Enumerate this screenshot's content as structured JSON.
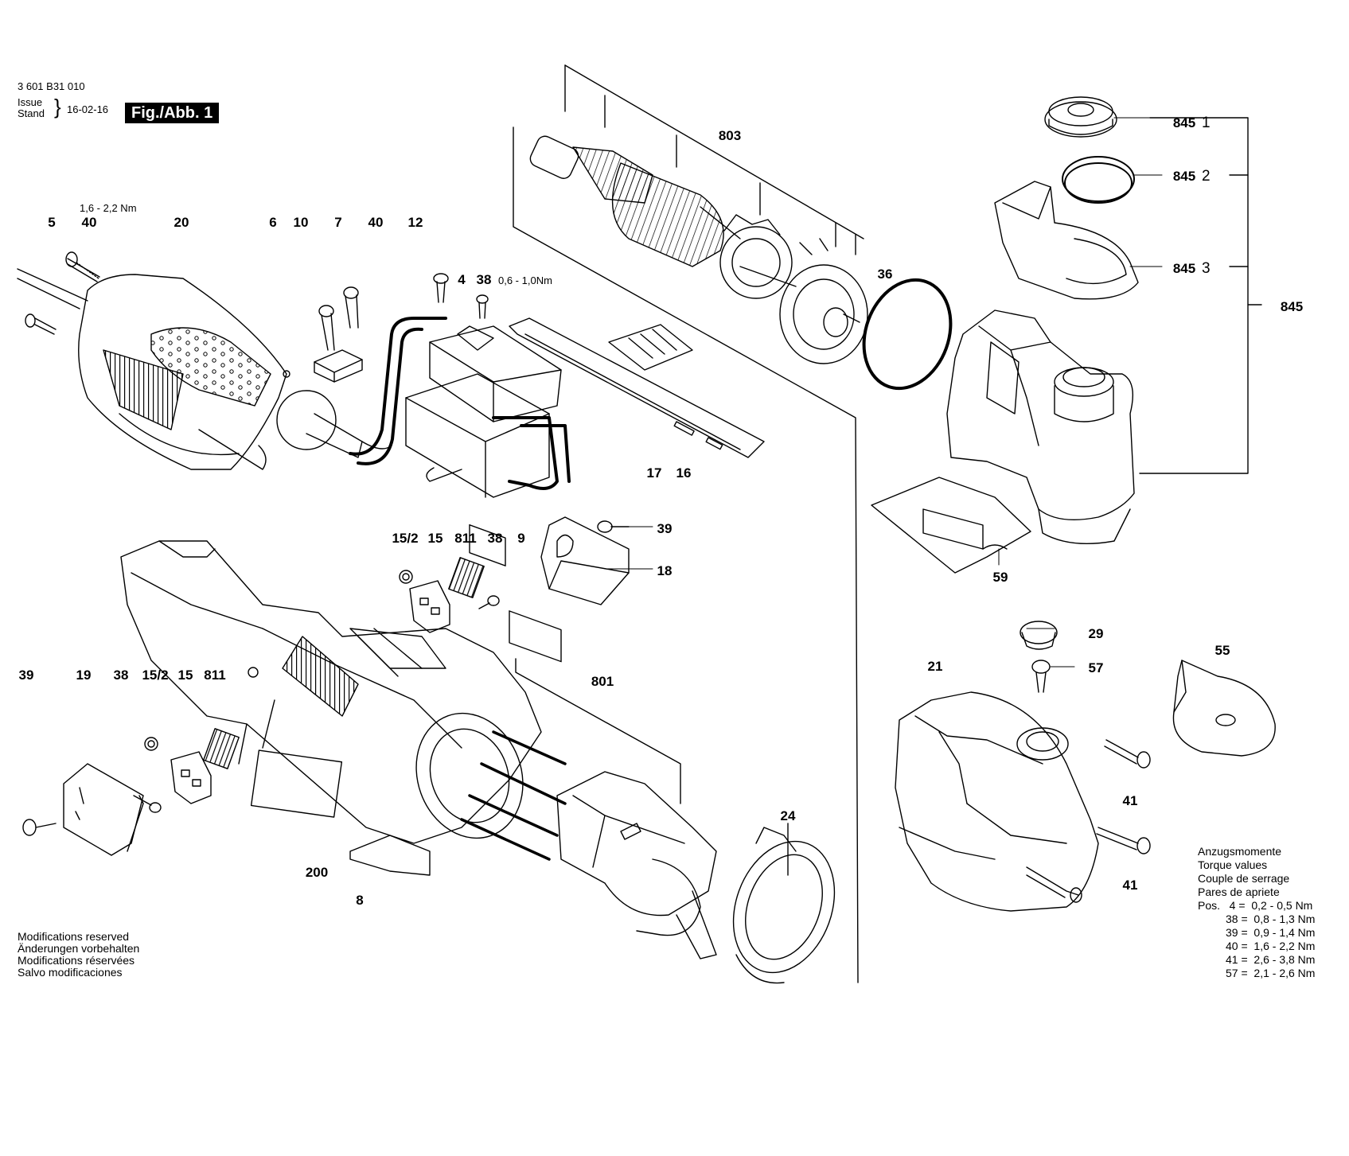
{
  "header": {
    "part_number": "3 601 B31 010",
    "issue_label": "Issue",
    "stand_label": "Stand",
    "date": "16-02-16",
    "figure": "Fig./Abb. 1"
  },
  "labels": {
    "p5": "5",
    "p40a": "40",
    "p20": "20",
    "p6": "6",
    "p10": "10",
    "p7": "7",
    "p40b": "40",
    "p12": "12",
    "p4": "4",
    "p38a": "38",
    "p17": "17",
    "p16": "16",
    "p803": "803",
    "p36": "36",
    "p845_1": "845",
    "p845_2": "845",
    "p845_3": "845",
    "p845": "845",
    "sub1": "1",
    "sub2": "2",
    "sub3": "3",
    "p39a": "39",
    "p18": "18",
    "p59": "59",
    "p15_2a": "15/2",
    "p15a": "15",
    "p811a": "811",
    "p38b": "38",
    "p9": "9",
    "p801": "801",
    "p29": "29",
    "p57": "57",
    "p21": "21",
    "p55": "55",
    "p39b": "39",
    "p19": "19",
    "p38c": "38",
    "p15_2b": "15/2",
    "p15b": "15",
    "p811b": "811",
    "p200": "200",
    "p8": "8",
    "p24": "24",
    "p41a": "41",
    "p41b": "41"
  },
  "torque_annotations": {
    "t40": "1,6 - 2,2 Nm",
    "t38": "0,6 - 1,0Nm"
  },
  "notes": [
    "Modifications reserved",
    "Änderungen vorbehalten",
    "Modifications réservées",
    "Salvo modificaciones"
  ],
  "torque_table": {
    "headings": [
      "Anzugsmomente",
      "Torque values",
      "Couple de serrage",
      "Pares de apriete"
    ],
    "rows": [
      "Pos.   4 =  0,2 - 0,5 Nm",
      "         38 =  0,8 - 1,3 Nm",
      "         39 =  0,9 - 1,4 Nm",
      "         40 =  1,6 - 2,2 Nm",
      "         41 =  2,6 - 3,8 Nm",
      "         57 =  2,1 - 2,6 Nm"
    ]
  }
}
